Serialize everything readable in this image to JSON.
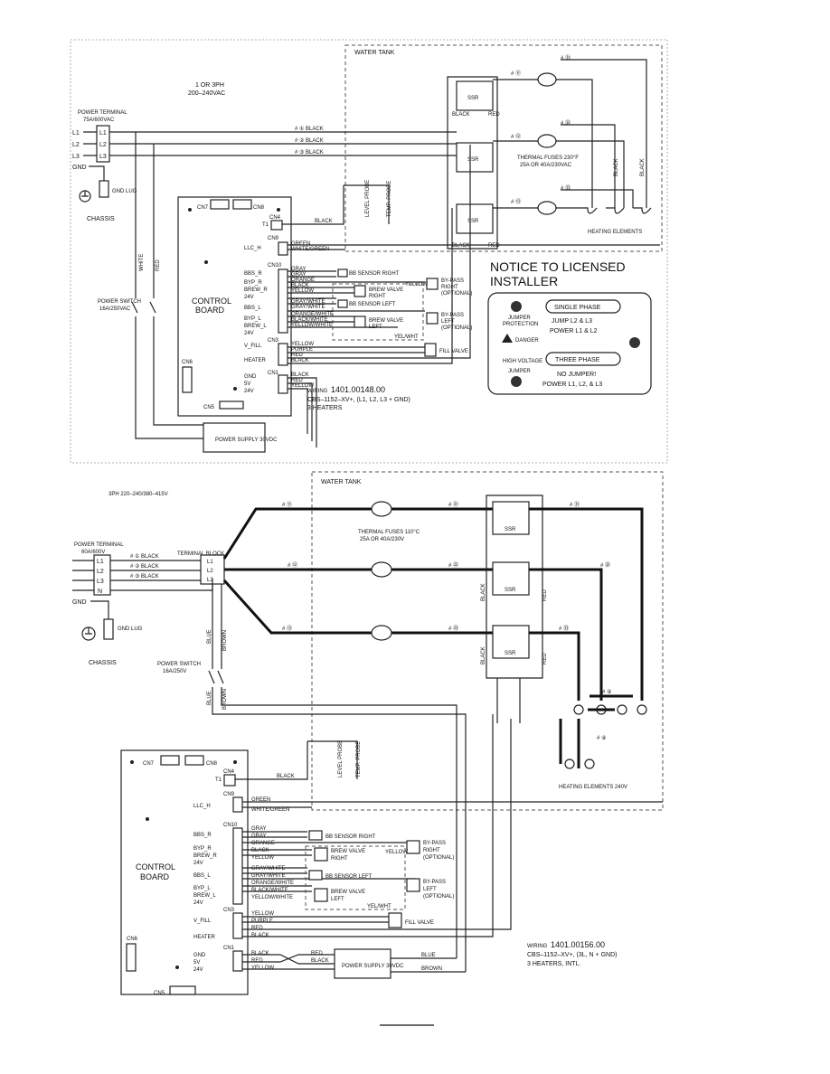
{
  "top": {
    "water_tank": "WATER TANK",
    "phase_note_1": "1 OR 3PH",
    "phase_note_2": "200–240VAC",
    "power_terminal": "POWER TERMINAL",
    "power_terminal_rating": "75A/600VAC",
    "lines": [
      "L1",
      "L2",
      "L3"
    ],
    "gnd": "GND",
    "gnd_lug": "GND LUG",
    "chassis": "CHASSIS",
    "power_switch": "POWER SWITCH",
    "power_switch_rating": "16A/250VAC",
    "wire_ids": [
      "# ① BLACK",
      "# ② BLACK",
      "# ③ BLACK"
    ],
    "ssr_ids": [
      "# ⑪",
      "# ⑫",
      "# ⑬"
    ],
    "heater_ids": [
      "# ㉛",
      "# ㉜",
      "# ㉝"
    ],
    "ssr_label": "SSR",
    "black": "BLACK",
    "red": "RED",
    "white": "WHITE",
    "thermal_fuse": "THERMAL FUSES 230°F",
    "thermal_fuse_rating": "25A OR 40A/230VAC",
    "heating_elements": "HEATING ELEMENTS",
    "control_board": [
      "CONTROL",
      "BOARD"
    ],
    "level_probe": "LEVEL PROBE",
    "temp_probe": "TEMP. PROBE",
    "connectors": [
      "CN7",
      "CN8",
      "CN4",
      "T1",
      "CN9",
      "CN10",
      "CN3",
      "CN1",
      "CN6",
      "CN5"
    ],
    "board_labels": [
      "LLC_H",
      "BBS_R",
      "BYP_R",
      "BREW_R",
      "24V",
      "BBS_L",
      "BYP_L",
      "BREW_L",
      "24V",
      "V_FILL",
      "HEATER",
      "GND",
      "5V",
      "24V"
    ],
    "wire_colors": [
      "GREEN",
      "WHITE/GREEN",
      "GRAY",
      "GRAY",
      "ORANGE",
      "BLACK",
      "YELLOW",
      "GRAY/WHITE",
      "GRAY/WHITE",
      "ORANGE/WHITE",
      "BLACK/WHITE",
      "YELLOW/WHITE",
      "YELLOW",
      "PURPLE",
      "RED",
      "BLACK",
      "BLACK",
      "RED",
      "YELLOW"
    ],
    "sensor_right": "BB SENSOR RIGHT",
    "sensor_left": "BB SENSOR LEFT",
    "brew_valve_right": [
      "BREW VALVE",
      "RIGHT"
    ],
    "brew_valve_left": [
      "BREW VALVE",
      "LEFT"
    ],
    "bypass_right": [
      "BY-PASS",
      "RIGHT",
      "(OPTIONAL)"
    ],
    "bypass_left": [
      "BY-PASS",
      "LEFT",
      "(OPTIONAL)"
    ],
    "fill_valve": "FILL VALVE",
    "yellow": "YELLOW",
    "yel_wht": "YEL/WHT",
    "power_supply": "POWER SUPPLY 30VDC",
    "wiring_prefix": "WIRING",
    "wiring_number": "1401.00148.00",
    "wiring_desc_1": "CBS–1152–XV+, (L1, L2, L3 + GND)",
    "wiring_desc_2": "3 HEATERS",
    "notice_title_1": "NOTICE TO LICENSED",
    "notice_title_2": "INSTALLER",
    "jumper_protection": [
      "JUMPER",
      "PROTECTION"
    ],
    "danger": "DANGER",
    "high_voltage": "HIGH VOLTAGE",
    "jumper": "JUMPER",
    "single_phase": "SINGLE PHASE",
    "single_phase_1": "JUMP L2 & L3",
    "single_phase_2": "POWER L1 & L2",
    "three_phase": "THREE PHASE",
    "three_phase_1": "NO JUMPER!",
    "three_phase_2": "POWER L1, L2, & L3"
  },
  "bottom": {
    "water_tank": "WATER TANK",
    "phase_note": "3PH 220–240/380–415V",
    "power_terminal": "POWER TERMINAL",
    "power_terminal_rating": "60A/600V",
    "terminal_block": "TERMINAL BLOCK",
    "lines": [
      "L1",
      "L2",
      "L3",
      "N"
    ],
    "gnd": "GND",
    "gnd_lug": "GND LUG",
    "chassis": "CHASSIS",
    "power_switch": "POWER SWITCH",
    "power_switch_rating": "16A/250V",
    "wire_ids": [
      "# ① BLACK",
      "# ② BLACK",
      "# ③ BLACK"
    ],
    "ssr_ids": [
      "# ⑪",
      "# ⑫",
      "# ⑬"
    ],
    "fuse_ids": [
      "# ㉑",
      "# ㉒",
      "# ㉓"
    ],
    "heater_ids": [
      "# ㉛",
      "# ㉜",
      "# ㉝"
    ],
    "neutral_ids": [
      "# ⑨",
      "# ⑨"
    ],
    "thermal_fuse": "THERMAL FUSES 110°C",
    "thermal_fuse_rating": "25A OR 40A/230V",
    "ssr_label": "SSR",
    "black": "BLACK",
    "red": "RED",
    "blue": "BLUE",
    "brown": "BROWN",
    "heating_elements": "HEATING ELEMENTS 240V",
    "control_board": [
      "CONTROL",
      "BOARD"
    ],
    "level_probe": "LEVEL PROBE",
    "temp_probe": "TEMP. PROBE",
    "connectors": [
      "CN7",
      "CN8",
      "CN4",
      "T1",
      "CN9",
      "CN10",
      "CN3",
      "CN1",
      "CN6",
      "CN5"
    ],
    "board_labels": [
      "LLC_H",
      "BBS_R",
      "BYP_R",
      "BREW_R",
      "24V",
      "BBS_L",
      "BYP_L",
      "BREW_L",
      "24V",
      "V_FILL",
      "HEATER",
      "GND",
      "5V",
      "24V"
    ],
    "wire_colors": [
      "GREEN",
      "WHITE/GREEN",
      "GRAY",
      "GRAY",
      "ORANGE",
      "BLACK",
      "YELLOW",
      "GRAY/WHITE",
      "GRAY/WHITE",
      "ORANGE/WHITE",
      "BLACK/WHITE",
      "YELLOW/WHITE",
      "YELLOW",
      "PURPLE",
      "RED",
      "BLACK",
      "BLACK",
      "RED",
      "YELLOW"
    ],
    "sensor_right": "BB SENSOR RIGHT",
    "sensor_left": "BB SENSOR LEFT",
    "brew_valve_right": [
      "BREW VALVE",
      "RIGHT"
    ],
    "brew_valve_left": [
      "BREW VALVE",
      "LEFT"
    ],
    "bypass_right": [
      "BY-PASS",
      "RIGHT",
      "(OPTIONAL)"
    ],
    "bypass_left": [
      "BY-PASS",
      "LEFT",
      "(OPTIONAL)"
    ],
    "fill_valve": "FILL VALVE",
    "yellow": "YELLOW",
    "yel_wht": "YEL/WHT",
    "power_supply": "POWER SUPPLY 30VDC",
    "ps_red": "RED",
    "ps_black": "BLACK",
    "wiring_prefix": "WIRING",
    "wiring_number": "1401.00156.00",
    "wiring_desc_1": "CBS–1152–XV+, (3L, N + GND)",
    "wiring_desc_2": "3 HEATERS, INTL."
  }
}
